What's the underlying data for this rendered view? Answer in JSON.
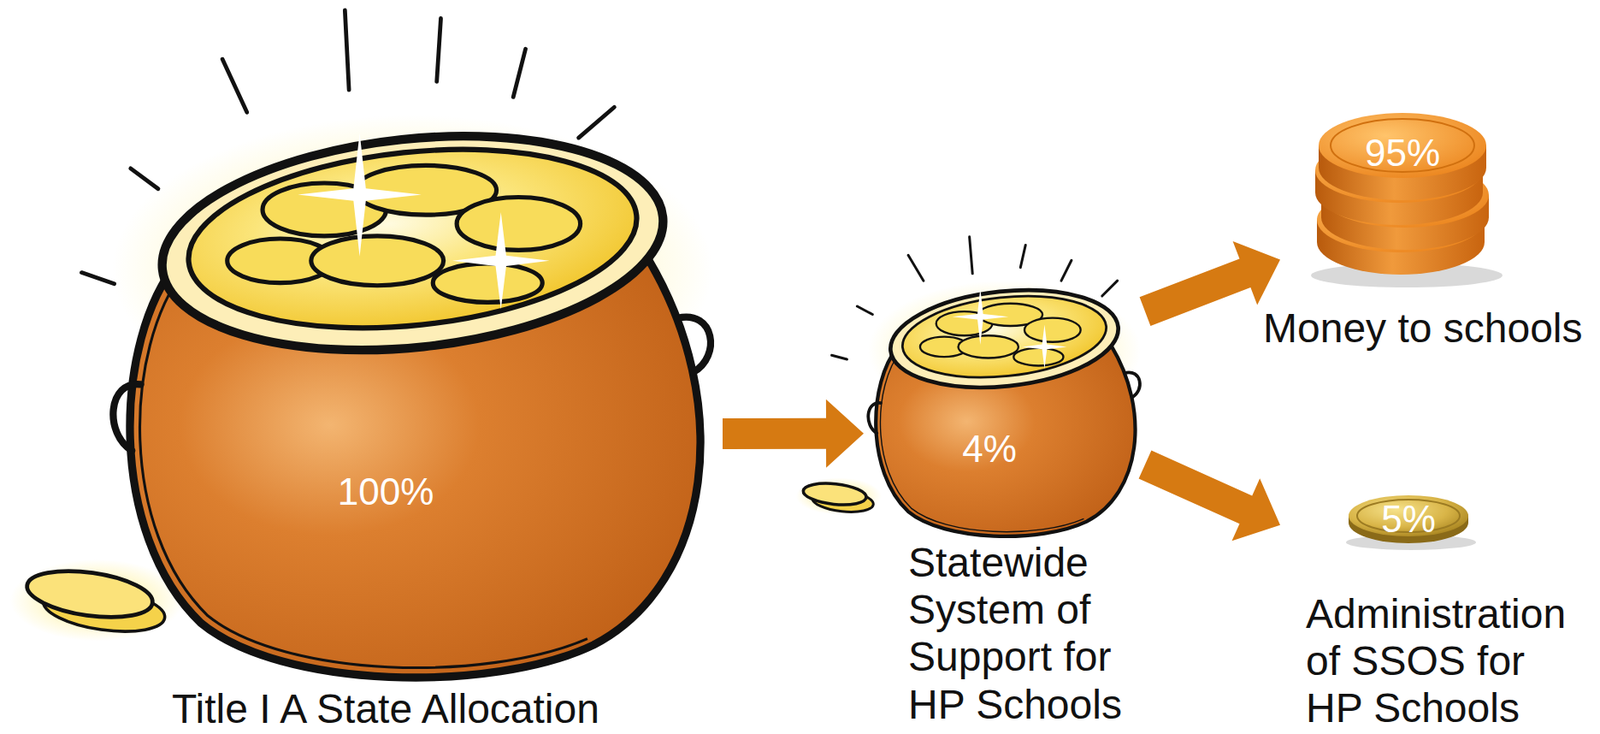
{
  "diagram": {
    "nodes": [
      {
        "text": [
          "100%",
          "Title I A State Allocation"
        ]
      },
      {
        "text": [
          "4%",
          "Statewide System of Support for HP Schools"
        ]
      },
      {
        "text": [
          "95%",
          "Money to schools"
        ]
      },
      {
        "text": [
          "5%",
          "Administration of SSOS for HP Schools"
        ]
      }
    ],
    "edges": [
      {
        "from": 0,
        "to": 1,
        "arrow": "to"
      },
      {
        "from": 1,
        "to": 2,
        "arrow": "to"
      },
      {
        "from": 1,
        "to": 3,
        "arrow": "to"
      }
    ]
  }
}
